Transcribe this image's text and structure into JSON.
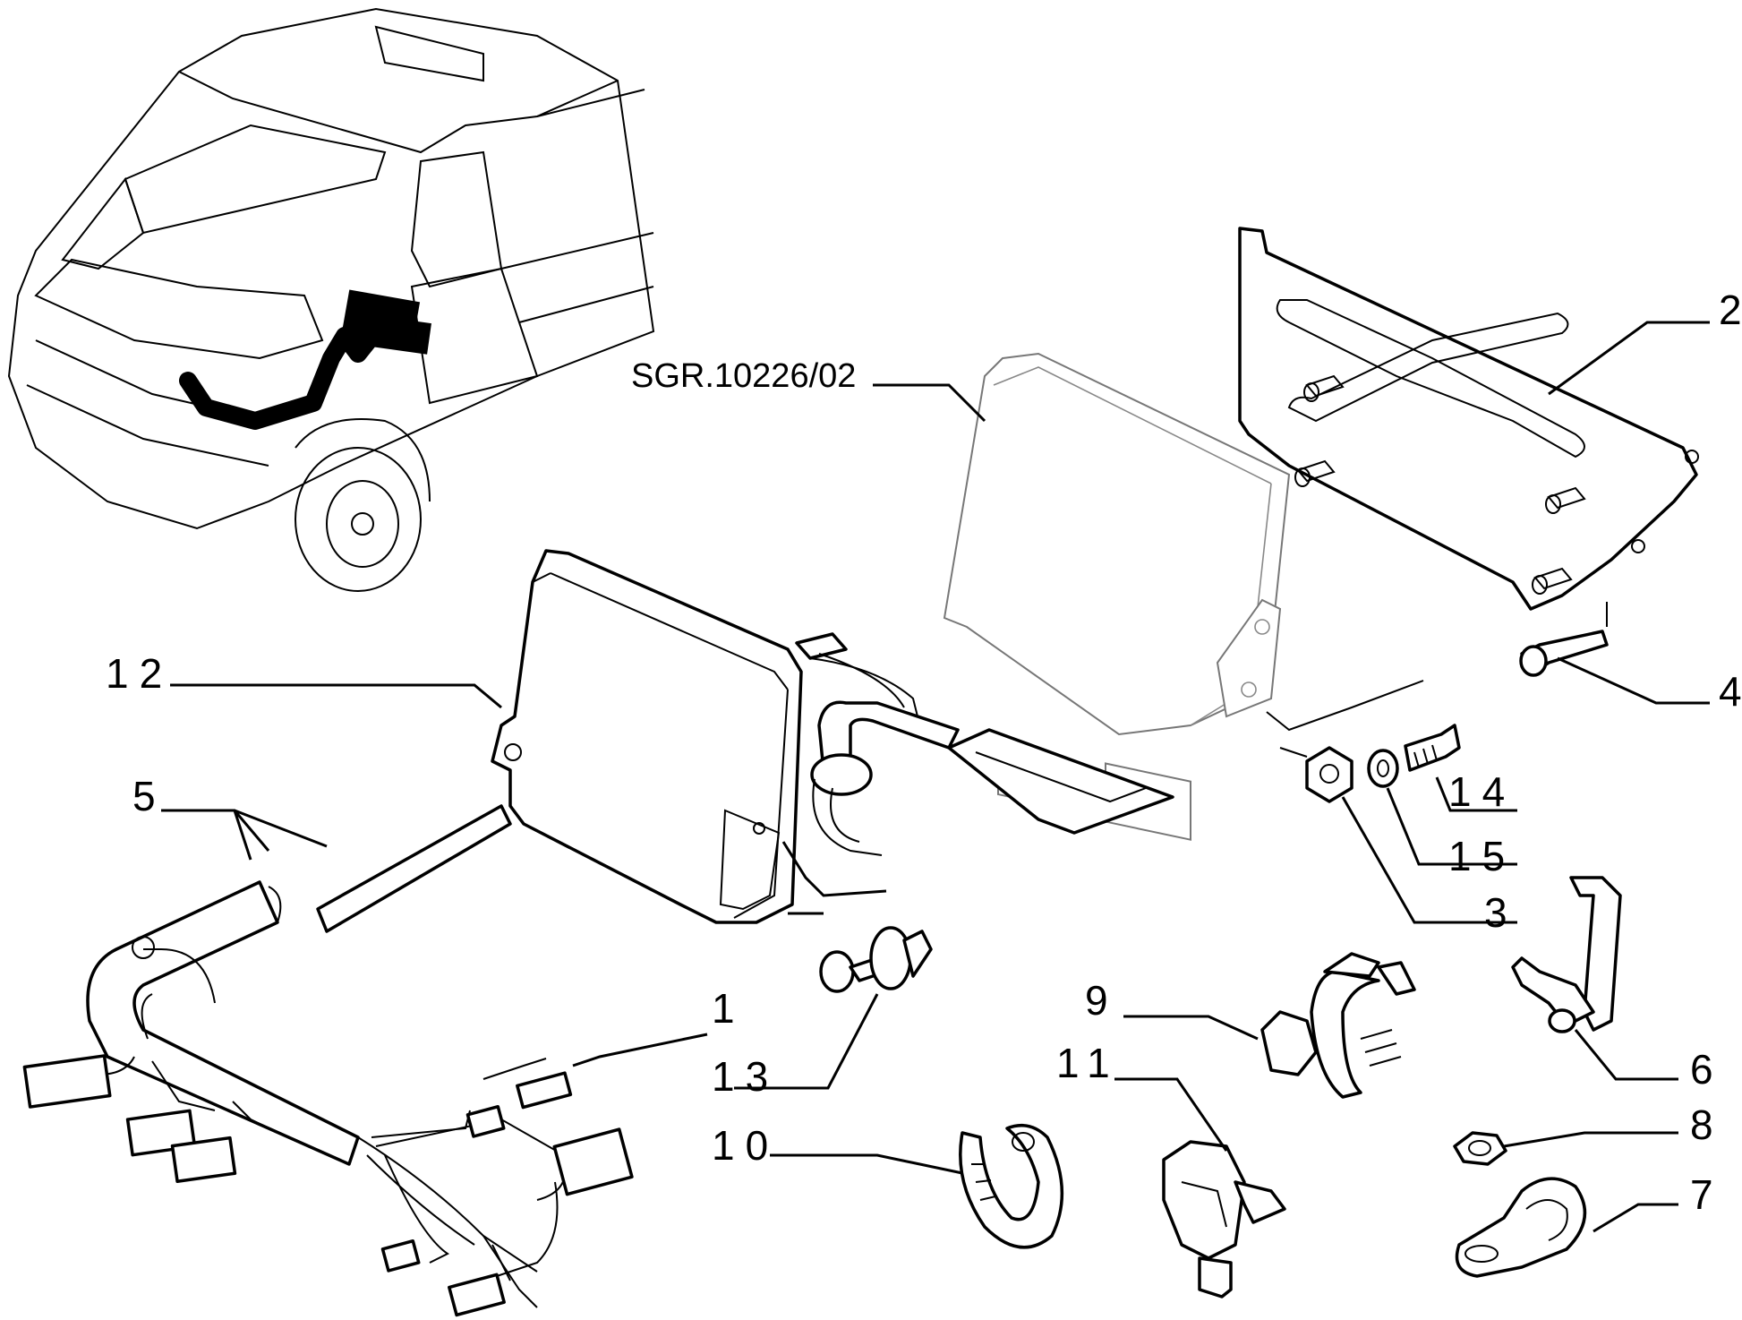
{
  "diagram": {
    "reference": "SGR.10226/02",
    "callouts": [
      "1",
      "2",
      "3",
      "4",
      "5",
      "6",
      "7",
      "8",
      "9",
      "10",
      "11",
      "12",
      "13",
      "14",
      "15"
    ]
  }
}
